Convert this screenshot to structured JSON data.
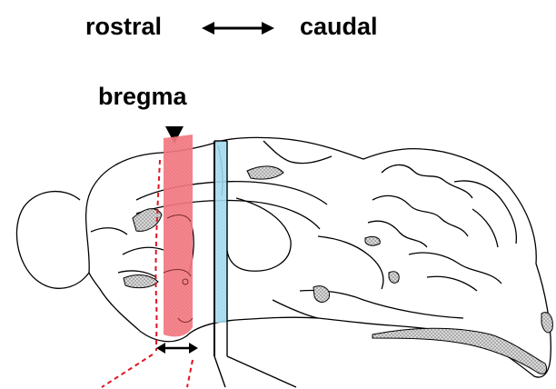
{
  "orientation": {
    "left_label": "rostral",
    "right_label": "caudal"
  },
  "landmark": {
    "label": "bregma"
  },
  "colors": {
    "outline": "#000000",
    "red_section": "#e8323c",
    "red_fill": "#f26b73",
    "blue_section": "#4aa8c8",
    "blue_fill": "#9dd6ec",
    "shading": "#9a9a9a"
  },
  "icons": {
    "orientation_arrow": "double-headed-arrow-icon",
    "bregma_marker": "down-triangle-icon",
    "section_width": "double-headed-arrow-icon"
  }
}
